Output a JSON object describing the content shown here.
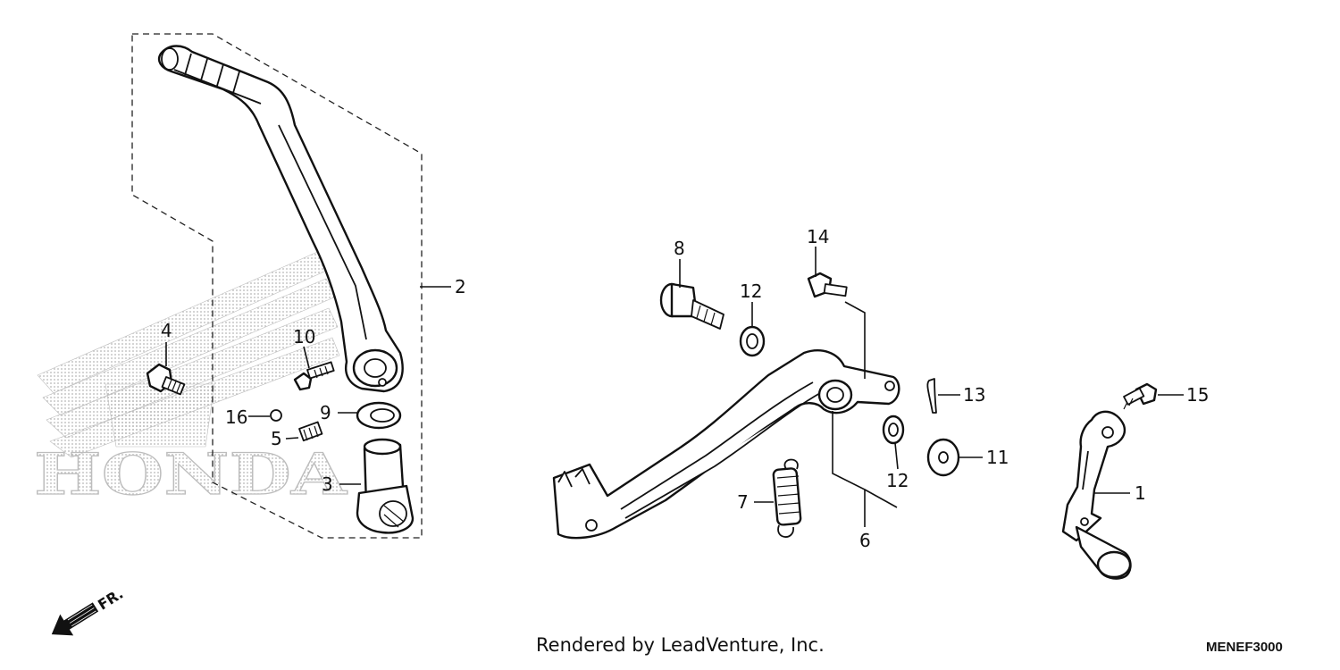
{
  "watermark": {
    "brand": "HONDA"
  },
  "direction_arrow": {
    "label": "FR."
  },
  "callouts": {
    "c1": "1",
    "c2": "2",
    "c3": "3",
    "c4": "4",
    "c5": "5",
    "c6": "6",
    "c7": "7",
    "c8": "8",
    "c9": "9",
    "c10": "10",
    "c11": "11",
    "c12a": "12",
    "c12b": "12",
    "c13": "13",
    "c14": "14",
    "c15": "15",
    "c16": "16"
  },
  "footer": {
    "credit": "Rendered by LeadVenture, Inc.",
    "diagram_code": "MENEF3000"
  }
}
